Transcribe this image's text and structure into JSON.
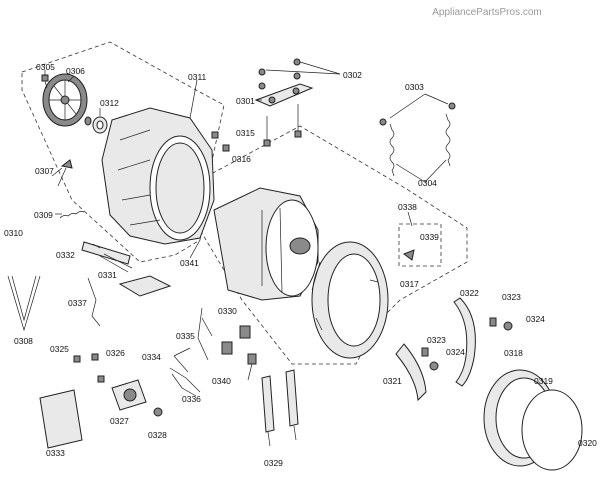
{
  "watermark": "AppliancePartsPros.com",
  "callouts": [
    "0305",
    "0306",
    "0311",
    "0312",
    "0302",
    "0301",
    "0315",
    "0316",
    "0303",
    "0304",
    "0307",
    "0309",
    "0310",
    "0332",
    "0331",
    "0341",
    "0338",
    "0339",
    "0337",
    "0317",
    "0322",
    "0323",
    "0324",
    "0308",
    "0330",
    "0335",
    "0334",
    "0340",
    "0323",
    "0324",
    "0325",
    "0326",
    "0321",
    "0318",
    "0319",
    "0336",
    "0327",
    "0328",
    "0333",
    "0329",
    "0320"
  ]
}
